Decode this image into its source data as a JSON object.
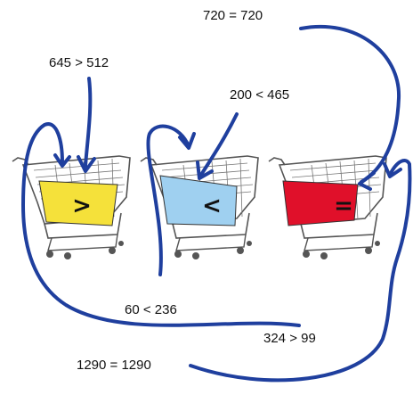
{
  "labels": {
    "top_right": "720 = 720",
    "top_left": "645 > 512",
    "mid": "200 < 465",
    "lower_left": "60 < 236",
    "lower_right": "324 > 99",
    "bottom": "1290 = 1290"
  },
  "carts": [
    {
      "symbol": ">",
      "color": "#f5e13a",
      "icon": "shopping-cart-icon"
    },
    {
      "symbol": "<",
      "color": "#9fd0f0",
      "icon": "shopping-cart-icon"
    },
    {
      "symbol": "=",
      "color": "#e0102a",
      "icon": "shopping-cart-icon"
    }
  ],
  "colors": {
    "ink": "#1f3f9e",
    "wire": "#555555"
  }
}
